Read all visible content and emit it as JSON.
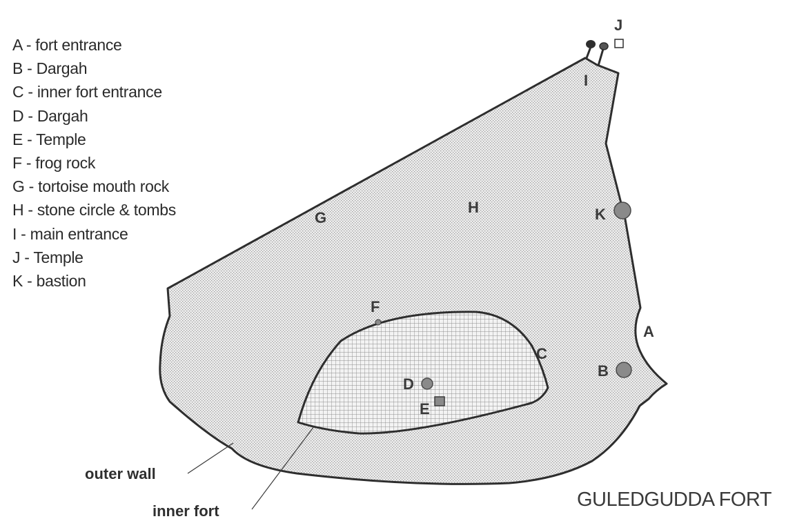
{
  "legend": [
    {
      "key": "A",
      "text": "A - fort entrance"
    },
    {
      "key": "B",
      "text": "B - Dargah"
    },
    {
      "key": "C",
      "text": "C - inner fort entrance"
    },
    {
      "key": "D",
      "text": "D - Dargah"
    },
    {
      "key": "E",
      "text": "E - Temple"
    },
    {
      "key": "F",
      "text": "F - frog rock"
    },
    {
      "key": "G",
      "text": "G - tortoise mouth rock"
    },
    {
      "key": "H",
      "text": "H - stone circle & tombs"
    },
    {
      "key": "I",
      "text": "I - main entrance"
    },
    {
      "key": "J",
      "text": "J - Temple"
    },
    {
      "key": "K",
      "text": "K - bastion"
    }
  ],
  "map_labels": {
    "A": "A",
    "B": "B",
    "C": "C",
    "D": "D",
    "E": "E",
    "F": "F",
    "G": "G",
    "H": "H",
    "I": "I",
    "J": "J",
    "K": "K"
  },
  "callouts": {
    "outer_wall": "outer wall",
    "inner_fort": "inner fort"
  },
  "title": "GULEDGUDDA FORT",
  "colors": {
    "outline": "#2e2e2e",
    "marker_fill": "#8a8a8a",
    "text": "#3a3a3a"
  }
}
